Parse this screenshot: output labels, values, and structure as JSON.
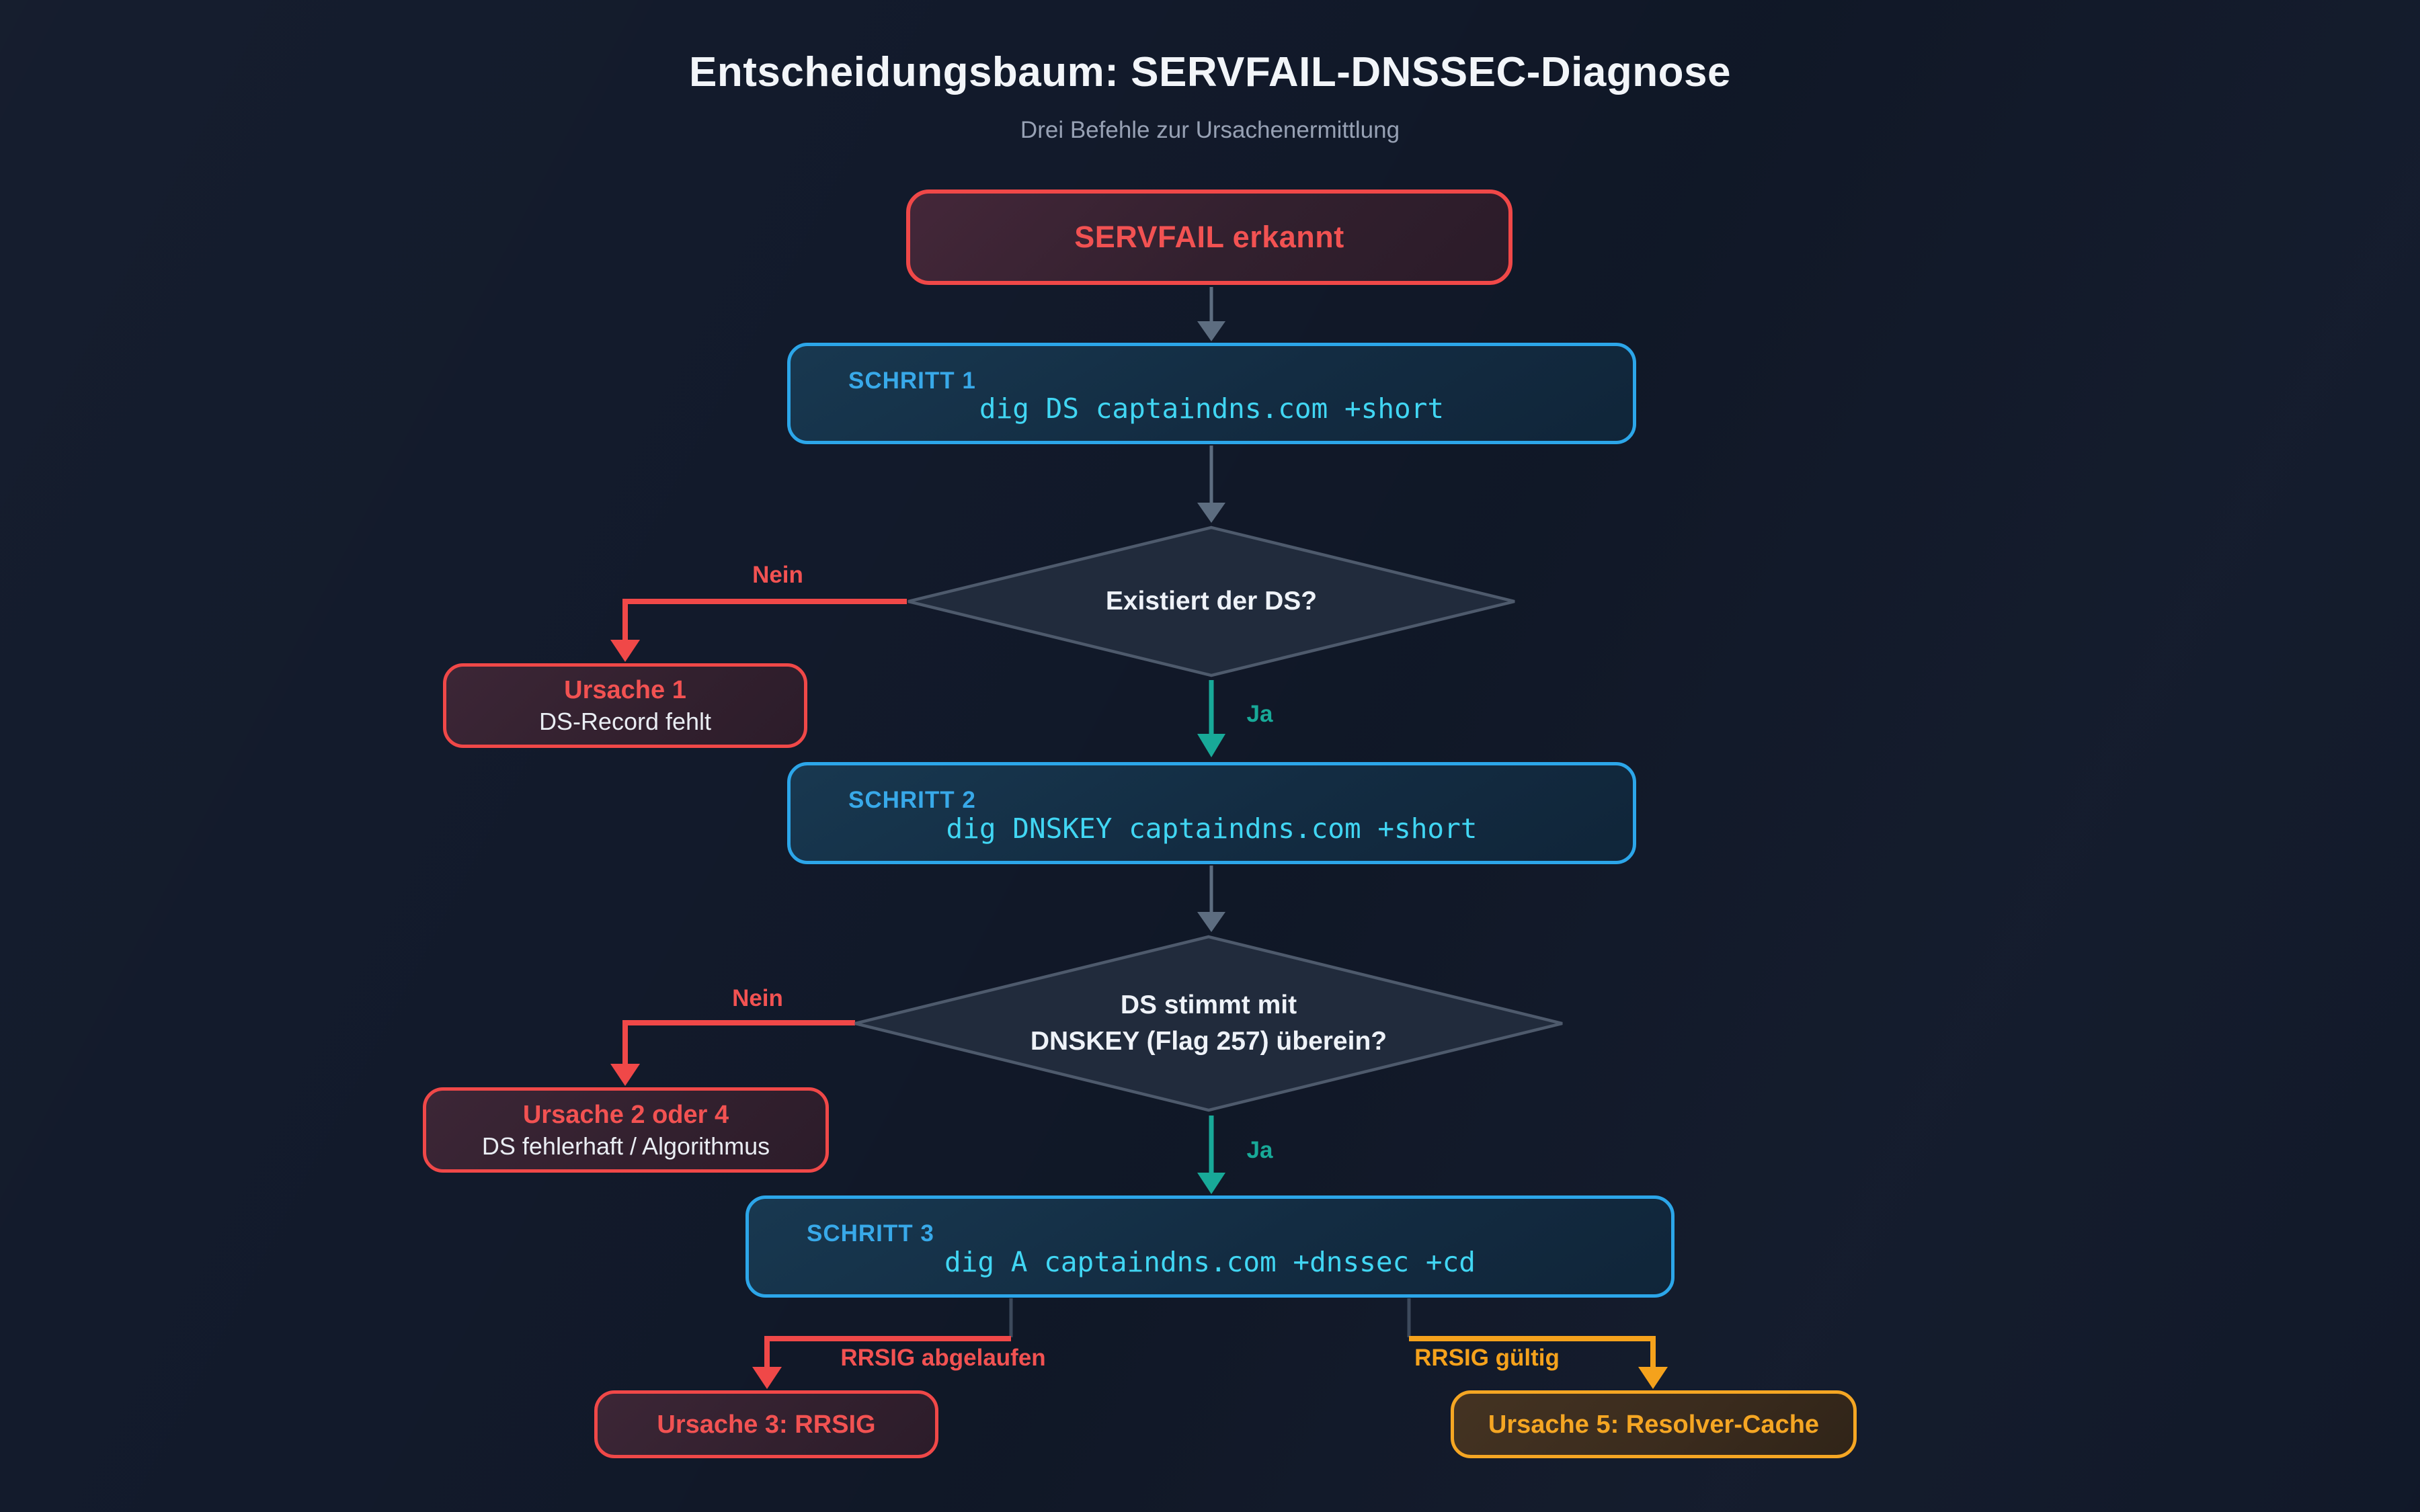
{
  "header": {
    "title": "Entscheidungsbaum: SERVFAIL-DNSSEC-Diagnose",
    "subtitle": "Drei Befehle zur Ursachenermittlung"
  },
  "nodes": {
    "start": {
      "label": "SERVFAIL erkannt"
    },
    "step1": {
      "label": "SCHRITT 1",
      "command": "dig DS captaindns.com +short"
    },
    "decision1": {
      "question": "Existiert der DS?"
    },
    "cause1": {
      "title": "Ursache 1",
      "detail": "DS-Record fehlt"
    },
    "step2": {
      "label": "SCHRITT 2",
      "command": "dig DNSKEY captaindns.com +short"
    },
    "decision2": {
      "question_line1": "DS stimmt mit",
      "question_line2": "DNSKEY (Flag 257) überein?"
    },
    "cause2": {
      "title": "Ursache 2 oder 4",
      "detail": "DS fehlerhaft / Algorithmus"
    },
    "step3": {
      "label": "SCHRITT 3",
      "command": "dig A captaindns.com +dnssec +cd"
    },
    "cause3": {
      "title": "Ursache 3: RRSIG"
    },
    "cause5": {
      "title": "Ursache 5: Resolver-Cache"
    }
  },
  "edges": {
    "no1": "Nein",
    "yes1": "Ja",
    "no2": "Nein",
    "yes2": "Ja",
    "rrsig_expired": "RRSIG abgelaufen",
    "rrsig_valid": "RRSIG gültig"
  },
  "colors": {
    "background": "#121a2b",
    "error_red": "#f04848",
    "step_border_blue": "#2ca6e9",
    "code_cyan": "#41d6f3",
    "yes_teal": "#18a998",
    "warning_orange": "#f5a623",
    "neutral_arrow_gray": "#5d6d80",
    "diamond_border_gray": "#4e5a6c",
    "title_white": "#f2f5f9",
    "subtitle_gray": "#97a1b4"
  }
}
